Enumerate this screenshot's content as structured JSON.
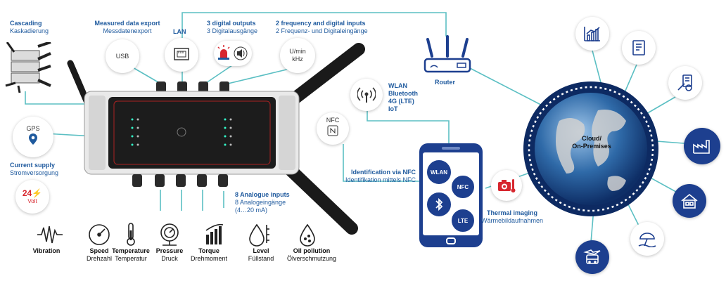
{
  "top": {
    "cascading": {
      "en": "Cascading",
      "de": "Kaskadierung"
    },
    "export": {
      "en": "Measured data export",
      "de": "Messdatenexport"
    },
    "lan": {
      "en": "LAN"
    },
    "digital_out": {
      "en": "3 digital outputs",
      "de": "3 Digitalausgänge"
    },
    "freq_in": {
      "en": "2 frequency and digital inputs",
      "de": "2 Frequenz- und Digitaleingänge"
    }
  },
  "bubbles": {
    "usb": "USB",
    "gps": "GPS",
    "nfc": "NFC",
    "umin": "U/min",
    "khz": "kHz",
    "volt_num": "24",
    "volt_unit": "Volt"
  },
  "left": {
    "supply": {
      "en": "Current supply",
      "de": "Stromversorgung"
    }
  },
  "analogue": {
    "en": "8 Analogue inputs",
    "de": "8 Analogeingänge",
    "range": "(4…20 mA)"
  },
  "wireless": {
    "wlan": "WLAN",
    "bt": "Bluetooth",
    "lte": "4G (LTE)",
    "iot": "IoT"
  },
  "router": "Router",
  "nfc_id": {
    "en": "Identification via NFC",
    "de": "Identifikation mittels NFC"
  },
  "thermal": {
    "en": "Thermal imaging",
    "de": "Wärmebildaufnahmen"
  },
  "phone": {
    "wlan": "WLAN",
    "nfc": "NFC",
    "lte": "LTE"
  },
  "cloud": {
    "l1": "Cloud/",
    "l2": "On-Premises"
  },
  "sensors": [
    {
      "en": "Vibration",
      "de": ""
    },
    {
      "en": "Speed",
      "de": "Drehzahl"
    },
    {
      "en": "Temperature",
      "de": "Temperatur"
    },
    {
      "en": "Pressure",
      "de": "Druck"
    },
    {
      "en": "Torque",
      "de": "Drehmoment"
    },
    {
      "en": "Level",
      "de": "Füllstand"
    },
    {
      "en": "Oil pollution",
      "de": "Ölverschmutzung"
    }
  ],
  "colors": {
    "accent": "#1f5a9e",
    "line": "#5bbfc3",
    "navy": "#1d3f8f",
    "red": "#d7262e"
  }
}
